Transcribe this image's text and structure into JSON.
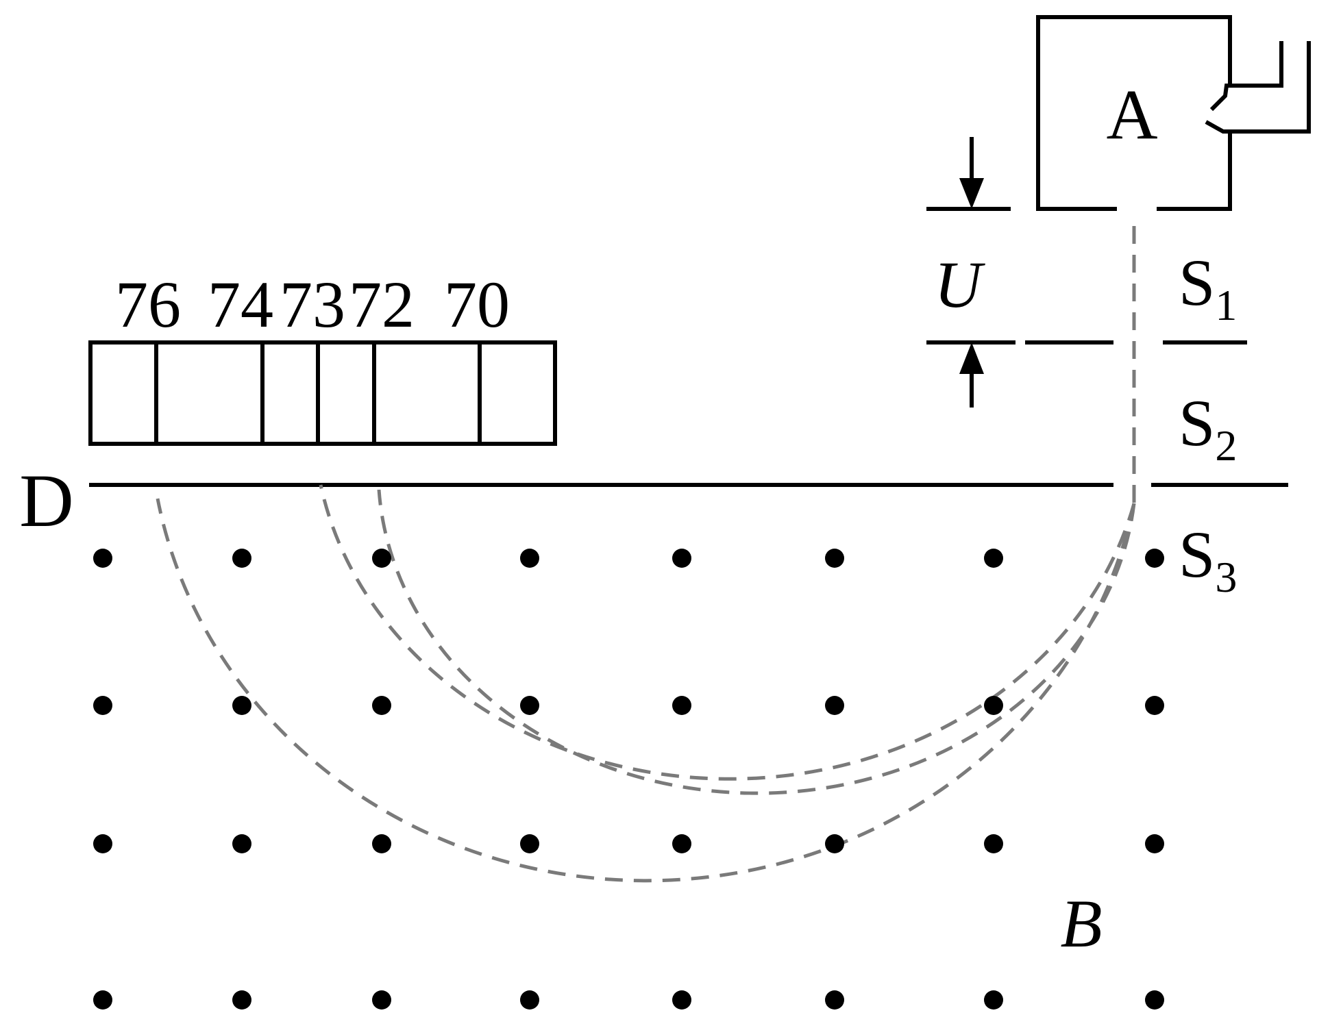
{
  "source_label": "A",
  "voltage_label": "U",
  "slits": [
    {
      "letter": "S",
      "sub": "1"
    },
    {
      "letter": "S",
      "sub": "2"
    },
    {
      "letter": "S",
      "sub": "3"
    }
  ],
  "detector_label": "D",
  "field_label": "B",
  "mass_labels": [
    "76",
    "74",
    "73",
    "72",
    "70"
  ]
}
